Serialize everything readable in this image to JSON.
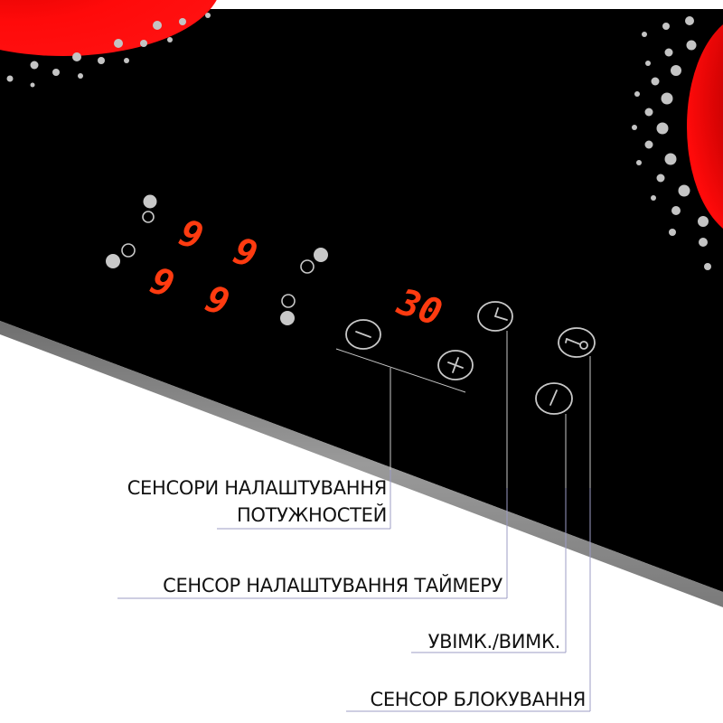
{
  "product": "Induction/ceramic hob touch control panel",
  "colors": {
    "glass": "#000000",
    "edge": "#8a8a8a",
    "burner_red": "#ff0000",
    "display_red": "#ff3b10",
    "icon_gray": "#c8c8c8",
    "callout_line": "#9c9cc6",
    "text": "#111111"
  },
  "displays": {
    "zone_top_left": "9",
    "zone_top_right": "9",
    "zone_bottom_left": "9",
    "zone_bottom_right": "9",
    "timer": "30"
  },
  "buttons": {
    "minus": {
      "icon": "minus-icon",
      "glyph": "−"
    },
    "plus": {
      "icon": "plus-icon",
      "glyph": "+"
    },
    "timer": {
      "icon": "clock-icon"
    },
    "power": {
      "icon": "power-icon",
      "glyph": "/"
    },
    "lock": {
      "icon": "key-icon"
    }
  },
  "callouts": {
    "power_level_line1": "СЕНСОРИ НАЛАШТУВАННЯ",
    "power_level_line2": "ПОТУЖНОСТЕЙ",
    "timer": "СЕНСОР НАЛАШТУВАННЯ ТАЙМЕРУ",
    "on_off": "УВІМК./ВИМК.",
    "lock": "СЕНСОР БЛОКУВАННЯ"
  }
}
